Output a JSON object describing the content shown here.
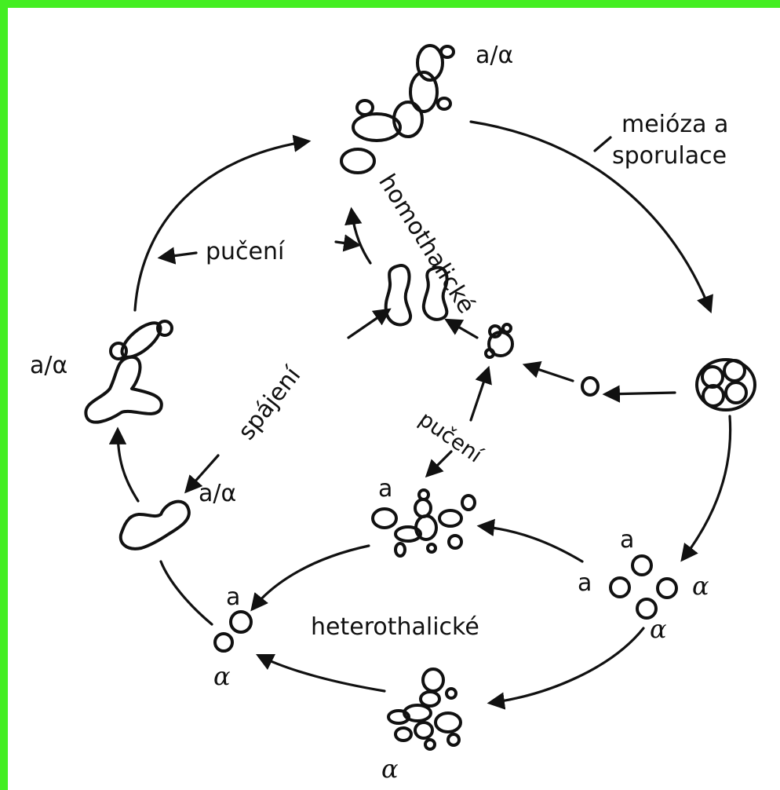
{
  "labels": {
    "top_ploidy": "a/α",
    "meiosis": "meióza a",
    "sporulation": "sporulace",
    "homothallic": "homothalické",
    "budding_top": "pučení",
    "budding_center": "pučení",
    "mating": "spájení",
    "left_ploidy": "a/α",
    "zygote_ploidy": "a/α",
    "heterothallic": "heterothalické",
    "center_a": "a",
    "right_a_top": "a",
    "right_a_left": "a",
    "right_alpha_right": "α",
    "right_alpha_bottom": "α",
    "left_a": "a",
    "left_alpha": "α",
    "bottom_alpha": "α"
  },
  "colors": {
    "frame": "#44ee22",
    "ink": "#111111"
  }
}
